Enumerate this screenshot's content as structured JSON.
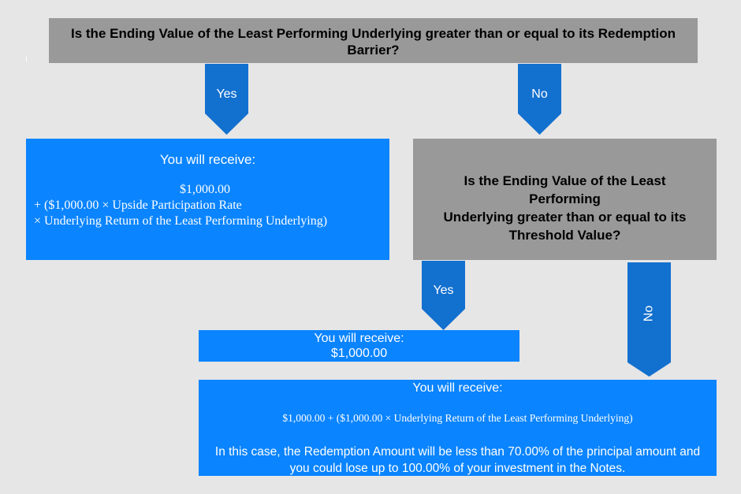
{
  "question_1": {
    "line1": "Is the Ending Value of the Least Performing Underlying greater than or equal to its Redemption",
    "line2": "Barrier?"
  },
  "arrow_yes_1": "Yes",
  "arrow_no_1": "No",
  "result_1": {
    "title": "You will receive:",
    "formula_line1": "$1,000.00",
    "formula_line2": "+ ($1,000.00 × Upside Participation Rate",
    "formula_line3": "× Underlying Return of the Least Performing Underlying)"
  },
  "question_2": {
    "line1": "Is the Ending Value of the Least Performing",
    "line2": "Underlying greater than or equal to its",
    "line3": "Threshold Value?"
  },
  "arrow_yes_2": "Yes",
  "arrow_no_2": "No",
  "result_2": {
    "title": "You will receive:",
    "value": "$1,000.00"
  },
  "result_3": {
    "title": "You will receive:",
    "formula": "$1,000.00 + ($1,000.00 × Underlying Return of the Least Performing Underlying)",
    "note_line1": "In this case, the Redemption Amount will be less than 70.00% of the principal amount and",
    "note_line2": "you could lose up to 100.00% of your investment in the Notes."
  },
  "colors": {
    "background": "#e6e6e6",
    "question_box": "#999999",
    "result_box": "#0a84ff",
    "arrow": "#1270cf"
  }
}
